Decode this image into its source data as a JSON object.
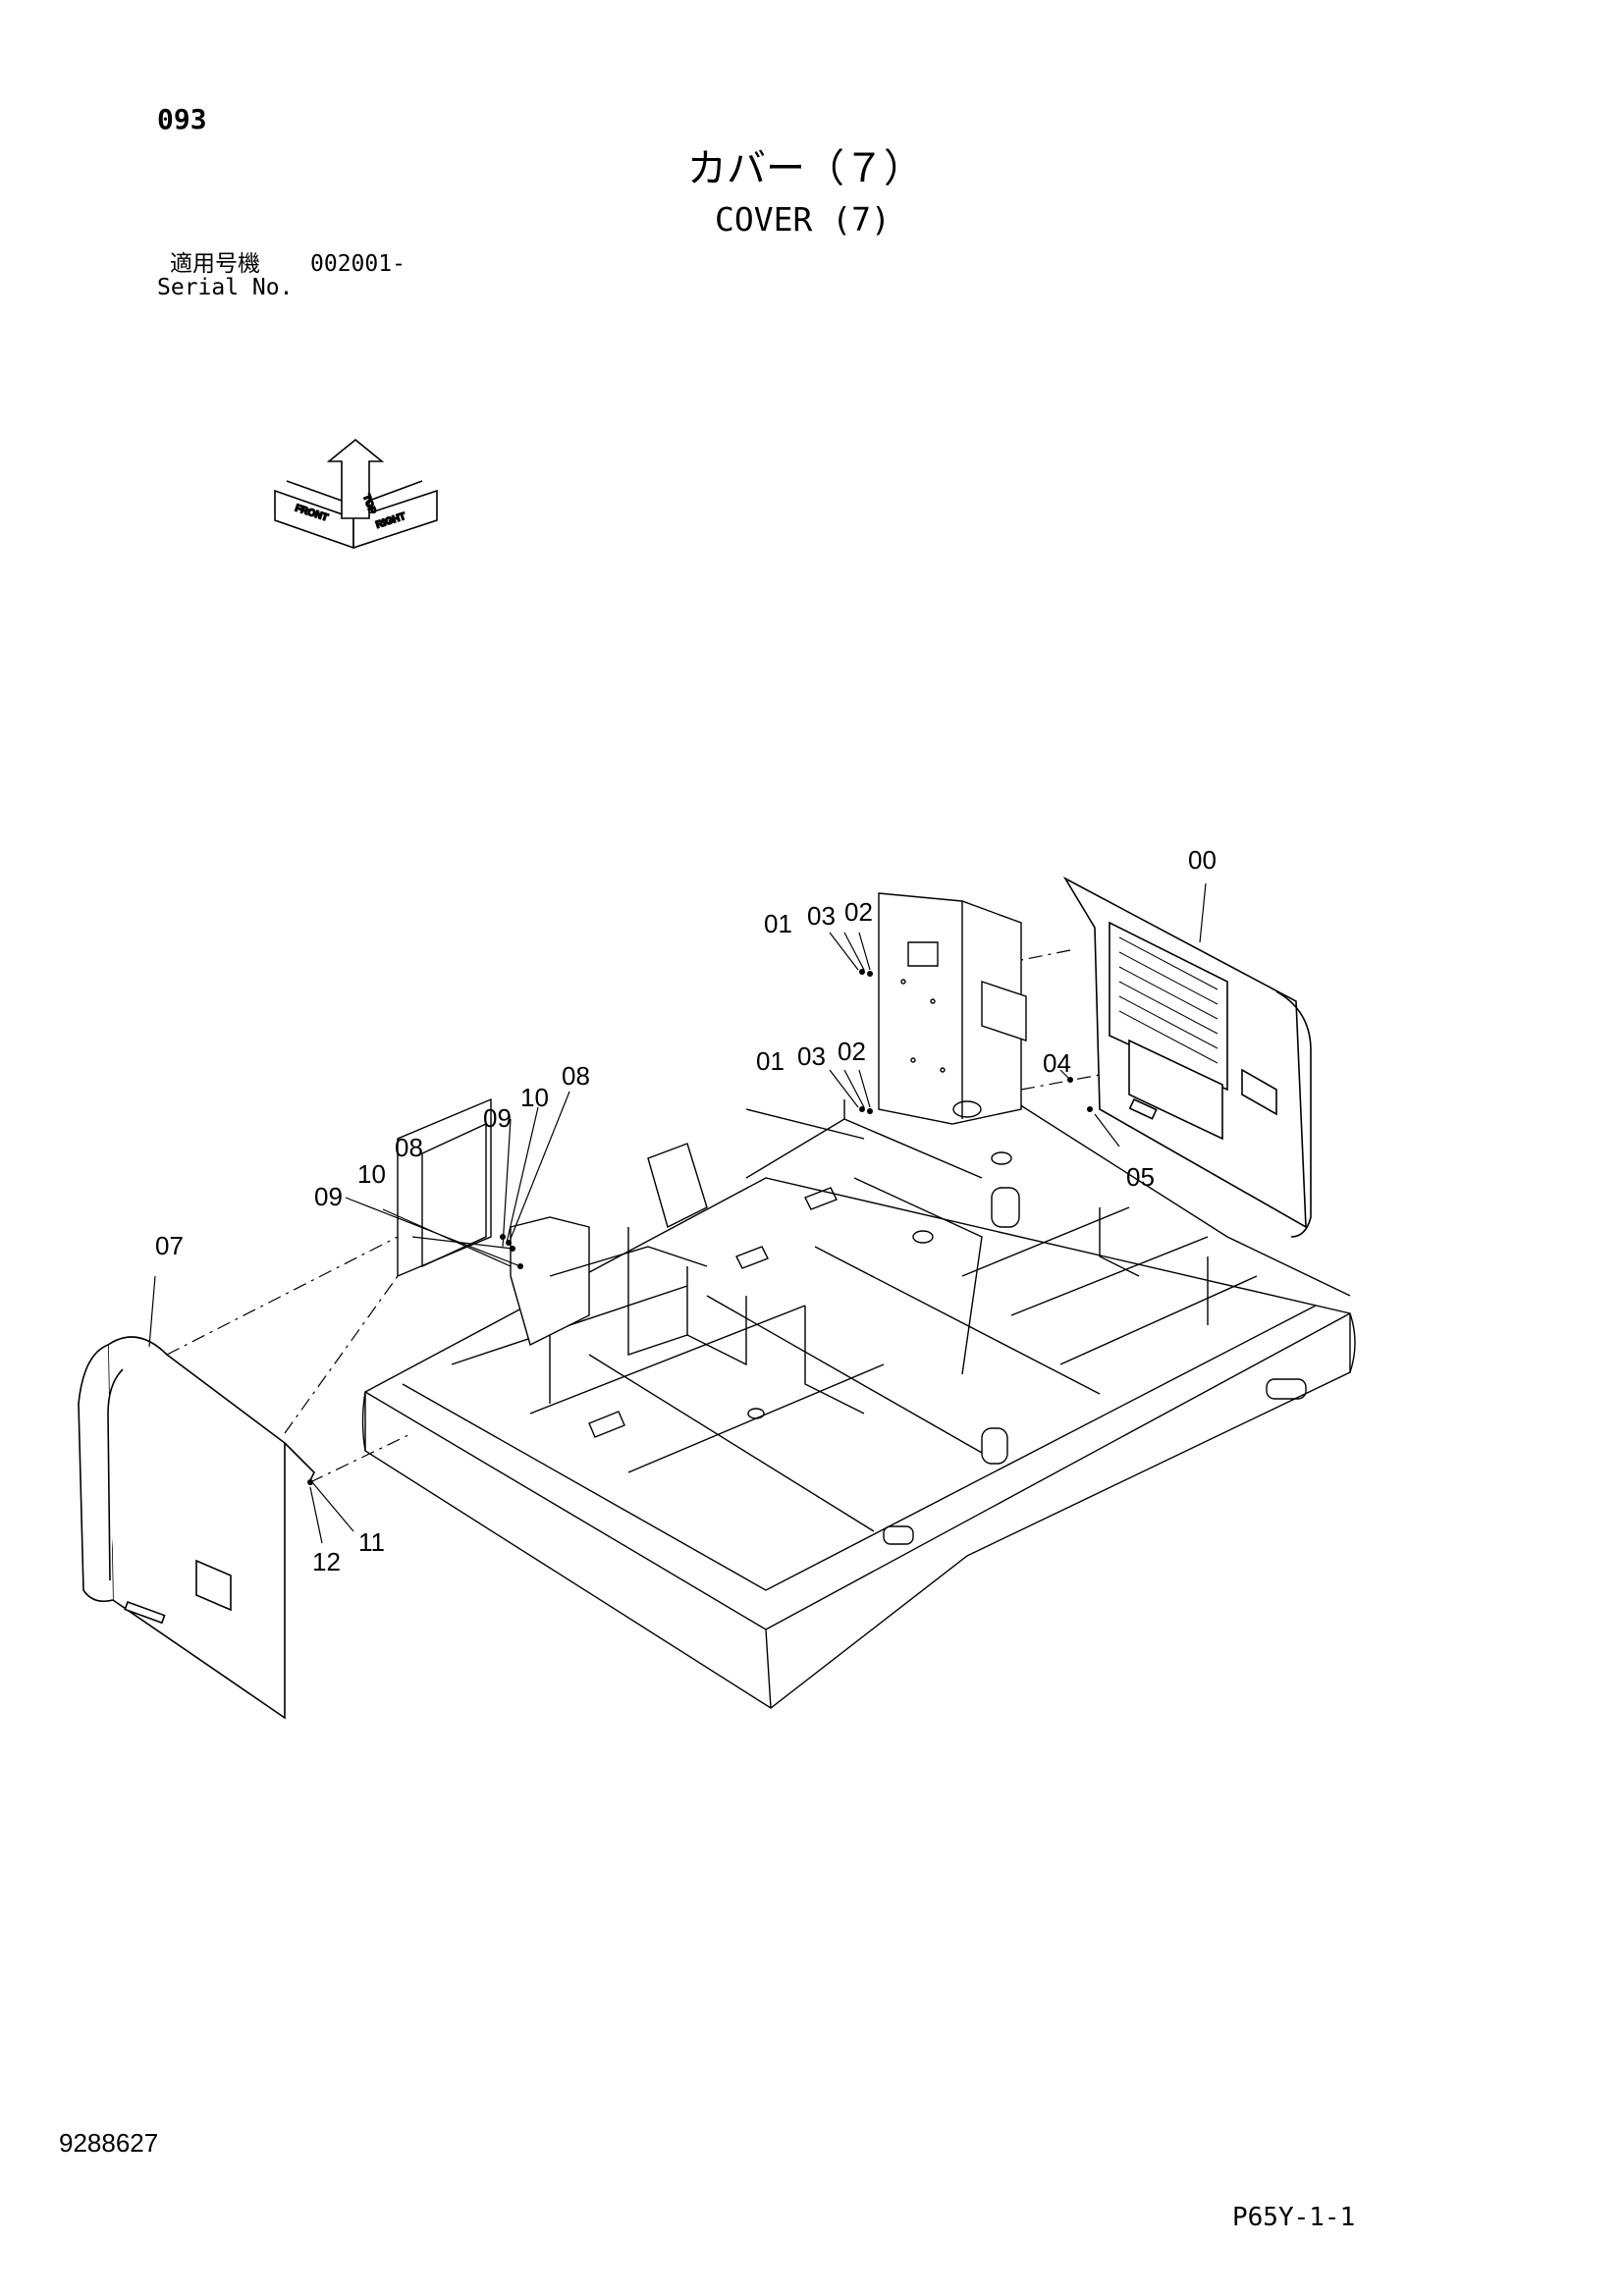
{
  "header": {
    "page_no": "093",
    "title_jp": "カバー（７）",
    "title_en": "COVER (7)",
    "serial_label_jp": "適用号機",
    "serial_value": "002001-",
    "serial_label_en": "Serial No."
  },
  "orientation_icon": {
    "labels": [
      "FRONT",
      "TOP",
      "RIGHT"
    ]
  },
  "callouts": [
    {
      "id": "00",
      "label": "00"
    },
    {
      "id": "01a",
      "label": "01"
    },
    {
      "id": "03a",
      "label": "03"
    },
    {
      "id": "02a",
      "label": "02"
    },
    {
      "id": "01b",
      "label": "01"
    },
    {
      "id": "03b",
      "label": "03"
    },
    {
      "id": "02b",
      "label": "02"
    },
    {
      "id": "04",
      "label": "04"
    },
    {
      "id": "05",
      "label": "05"
    },
    {
      "id": "08a",
      "label": "08"
    },
    {
      "id": "10a",
      "label": "10"
    },
    {
      "id": "09a",
      "label": "09"
    },
    {
      "id": "08b",
      "label": "08"
    },
    {
      "id": "10b",
      "label": "10"
    },
    {
      "id": "09b",
      "label": "09"
    },
    {
      "id": "07",
      "label": "07"
    },
    {
      "id": "11",
      "label": "11"
    },
    {
      "id": "12",
      "label": "12"
    }
  ],
  "footer": {
    "doc_no": "9288627",
    "sheet_no": "P65Y-1-1"
  }
}
